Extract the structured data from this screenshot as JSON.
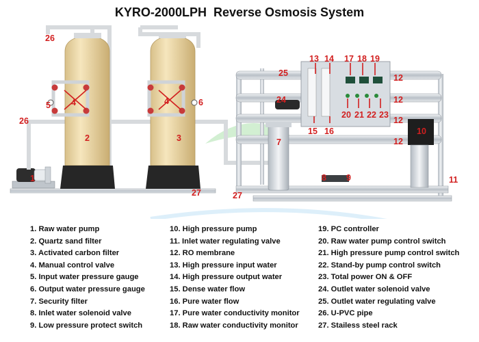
{
  "title": "KYRO-2000LPH  Reverse Osmosis System",
  "colors": {
    "callout": "#d21f1f",
    "steel": "#c9cfd5",
    "tank": "#f0dcae",
    "tank_base": "#2a2a2a",
    "valve": "#c73b3b",
    "pipe": "#d9dcdf"
  },
  "callouts": {
    "n1": "1",
    "n2": "2",
    "n3": "3",
    "n4a": "4",
    "n4b": "4",
    "n5": "5",
    "n6": "6",
    "n7": "7",
    "n8": "8",
    "n9": "9",
    "n10": "10",
    "n11": "11",
    "n12a": "12",
    "n12b": "12",
    "n12c": "12",
    "n12d": "12",
    "n13": "13",
    "n14": "14",
    "n15": "15",
    "n16": "16",
    "n17": "17",
    "n18": "18",
    "n19": "19",
    "n20": "20",
    "n21": "21",
    "n22": "22",
    "n23": "23",
    "n24": "24",
    "n25": "25",
    "n26a": "26",
    "n26b": "26",
    "n27a": "27",
    "n27b": "27"
  },
  "legend": {
    "col1": [
      "1. Raw water pump",
      "2. Quartz sand filter",
      "3. Activated carbon filter",
      "4. Manual control valve",
      "5. Input water pressure gauge",
      "6. Output water pressure gauge",
      "7. Security filter",
      "8. Inlet water solenoid valve",
      "9. Low pressure protect switch"
    ],
    "col2": [
      "10. High pressure pump",
      "11. Inlet water regulating valve",
      "12. RO membrane",
      "13. High pressure input water",
      "14. High pressure output water",
      "15. Dense water flow",
      "16. Pure water flow",
      "17. Pure water conductivity monitor",
      "18. Raw water conductivity monitor"
    ],
    "col3": [
      "19. PC controller",
      "20. Raw water pump control switch",
      "21. High pressure pump control switch",
      "22. Stand-by pump control switch",
      "23. Total power ON & OFF",
      "24. Outlet water solenoid valve",
      "25. Outlet water regulating valve",
      "26. U-PVC pipe",
      "27. Stailess steel  rack"
    ]
  }
}
